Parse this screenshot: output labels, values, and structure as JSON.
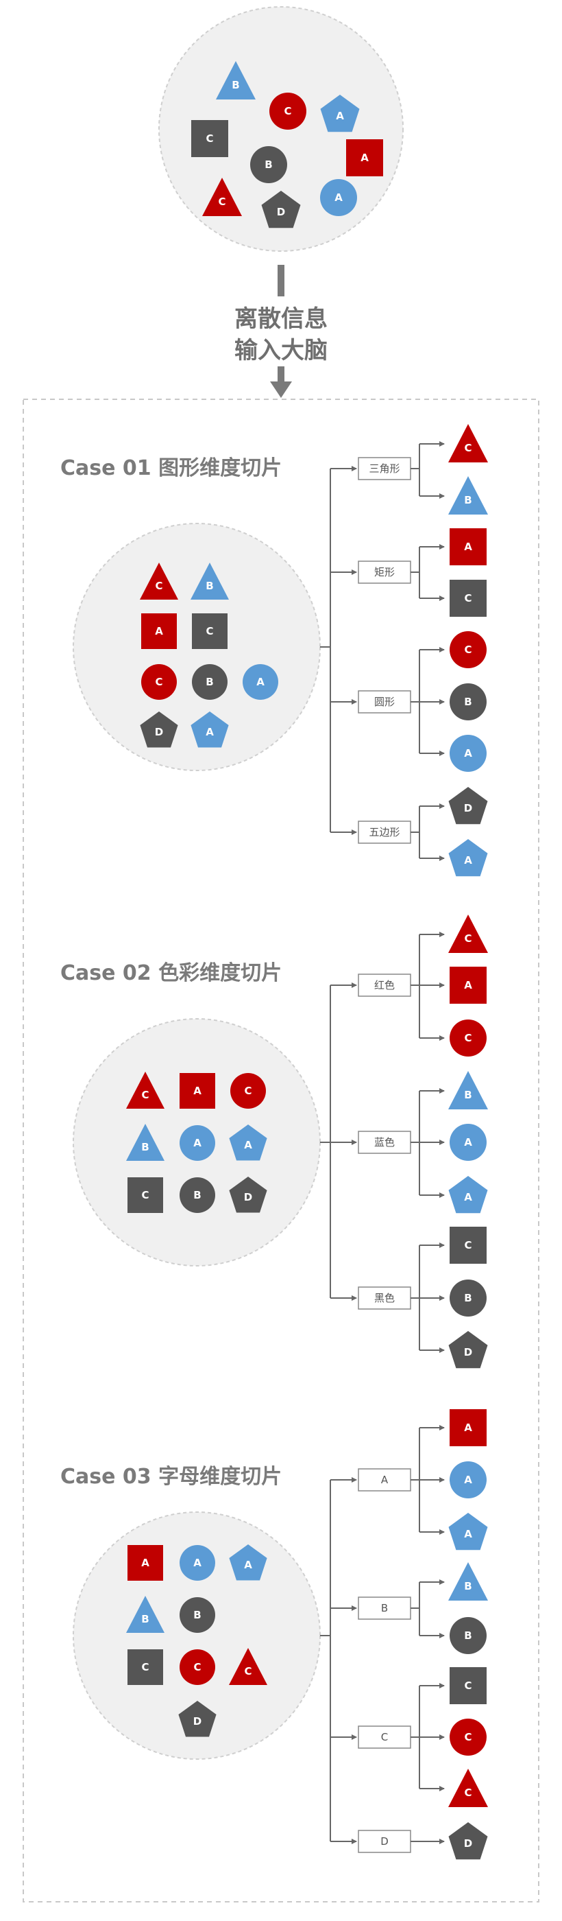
{
  "colors": {
    "red": "#c00000",
    "blue": "#5b9bd5",
    "dark": "#555555",
    "circle_bg": "#f0f0f0",
    "circle_border": "#cfcfcf",
    "line": "#666666"
  },
  "input": {
    "label_line1": "离散信息",
    "label_line2": "输入大脑",
    "shapes": [
      {
        "type": "triangle",
        "color": "blue",
        "letter": "B"
      },
      {
        "type": "circle",
        "color": "red",
        "letter": "C"
      },
      {
        "type": "pentagon",
        "color": "blue",
        "letter": "A"
      },
      {
        "type": "square",
        "color": "dark",
        "letter": "C"
      },
      {
        "type": "circle",
        "color": "dark",
        "letter": "B"
      },
      {
        "type": "square",
        "color": "red",
        "letter": "A"
      },
      {
        "type": "triangle",
        "color": "red",
        "letter": "C"
      },
      {
        "type": "pentagon",
        "color": "dark",
        "letter": "D"
      },
      {
        "type": "circle",
        "color": "blue",
        "letter": "A"
      }
    ]
  },
  "cases": [
    {
      "title": "Case 01 图形维度切片",
      "shapes": [
        {
          "type": "triangle",
          "color": "red",
          "letter": "C"
        },
        {
          "type": "triangle",
          "color": "blue",
          "letter": "B"
        },
        {
          "type": "square",
          "color": "red",
          "letter": "A"
        },
        {
          "type": "square",
          "color": "dark",
          "letter": "C"
        },
        {
          "type": "circle",
          "color": "red",
          "letter": "C"
        },
        {
          "type": "circle",
          "color": "dark",
          "letter": "B"
        },
        {
          "type": "circle",
          "color": "blue",
          "letter": "A"
        },
        {
          "type": "pentagon",
          "color": "dark",
          "letter": "D"
        },
        {
          "type": "pentagon",
          "color": "blue",
          "letter": "A"
        }
      ],
      "categories": [
        {
          "label": "三角形",
          "items": [
            {
              "type": "triangle",
              "color": "red",
              "letter": "C"
            },
            {
              "type": "triangle",
              "color": "blue",
              "letter": "B"
            }
          ]
        },
        {
          "label": "矩形",
          "items": [
            {
              "type": "square",
              "color": "red",
              "letter": "A"
            },
            {
              "type": "square",
              "color": "dark",
              "letter": "C"
            }
          ]
        },
        {
          "label": "圆形",
          "items": [
            {
              "type": "circle",
              "color": "red",
              "letter": "C"
            },
            {
              "type": "circle",
              "color": "dark",
              "letter": "B"
            },
            {
              "type": "circle",
              "color": "blue",
              "letter": "A"
            }
          ]
        },
        {
          "label": "五边形",
          "items": [
            {
              "type": "pentagon",
              "color": "dark",
              "letter": "D"
            },
            {
              "type": "pentagon",
              "color": "blue",
              "letter": "A"
            }
          ]
        }
      ]
    },
    {
      "title": "Case 02 色彩维度切片",
      "shapes": [
        {
          "type": "triangle",
          "color": "red",
          "letter": "C"
        },
        {
          "type": "square",
          "color": "red",
          "letter": "A"
        },
        {
          "type": "circle",
          "color": "red",
          "letter": "C"
        },
        {
          "type": "triangle",
          "color": "blue",
          "letter": "B"
        },
        {
          "type": "circle",
          "color": "blue",
          "letter": "A"
        },
        {
          "type": "pentagon",
          "color": "blue",
          "letter": "A"
        },
        {
          "type": "square",
          "color": "dark",
          "letter": "C"
        },
        {
          "type": "circle",
          "color": "dark",
          "letter": "B"
        },
        {
          "type": "pentagon",
          "color": "dark",
          "letter": "D"
        }
      ],
      "categories": [
        {
          "label": "红色",
          "items": [
            {
              "type": "triangle",
              "color": "red",
              "letter": "C"
            },
            {
              "type": "square",
              "color": "red",
              "letter": "A"
            },
            {
              "type": "circle",
              "color": "red",
              "letter": "C"
            }
          ]
        },
        {
          "label": "蓝色",
          "items": [
            {
              "type": "triangle",
              "color": "blue",
              "letter": "B"
            },
            {
              "type": "circle",
              "color": "blue",
              "letter": "A"
            },
            {
              "type": "pentagon",
              "color": "blue",
              "letter": "A"
            }
          ]
        },
        {
          "label": "黑色",
          "items": [
            {
              "type": "square",
              "color": "dark",
              "letter": "C"
            },
            {
              "type": "circle",
              "color": "dark",
              "letter": "B"
            },
            {
              "type": "pentagon",
              "color": "dark",
              "letter": "D"
            }
          ]
        }
      ]
    },
    {
      "title": "Case 03 字母维度切片",
      "shapes": [
        {
          "type": "square",
          "color": "red",
          "letter": "A"
        },
        {
          "type": "circle",
          "color": "blue",
          "letter": "A"
        },
        {
          "type": "pentagon",
          "color": "blue",
          "letter": "A"
        },
        {
          "type": "triangle",
          "color": "blue",
          "letter": "B"
        },
        {
          "type": "circle",
          "color": "dark",
          "letter": "B"
        },
        {
          "type": "square",
          "color": "dark",
          "letter": "C"
        },
        {
          "type": "circle",
          "color": "red",
          "letter": "C"
        },
        {
          "type": "triangle",
          "color": "red",
          "letter": "C"
        },
        {
          "type": "pentagon",
          "color": "dark",
          "letter": "D"
        }
      ],
      "categories": [
        {
          "label": "A",
          "items": [
            {
              "type": "square",
              "color": "red",
              "letter": "A"
            },
            {
              "type": "circle",
              "color": "blue",
              "letter": "A"
            },
            {
              "type": "pentagon",
              "color": "blue",
              "letter": "A"
            }
          ]
        },
        {
          "label": "B",
          "items": [
            {
              "type": "triangle",
              "color": "blue",
              "letter": "B"
            },
            {
              "type": "circle",
              "color": "dark",
              "letter": "B"
            }
          ]
        },
        {
          "label": "C",
          "items": [
            {
              "type": "square",
              "color": "dark",
              "letter": "C"
            },
            {
              "type": "circle",
              "color": "red",
              "letter": "C"
            },
            {
              "type": "triangle",
              "color": "red",
              "letter": "C"
            }
          ]
        },
        {
          "label": "D",
          "items": [
            {
              "type": "pentagon",
              "color": "dark",
              "letter": "D"
            }
          ]
        }
      ]
    }
  ]
}
